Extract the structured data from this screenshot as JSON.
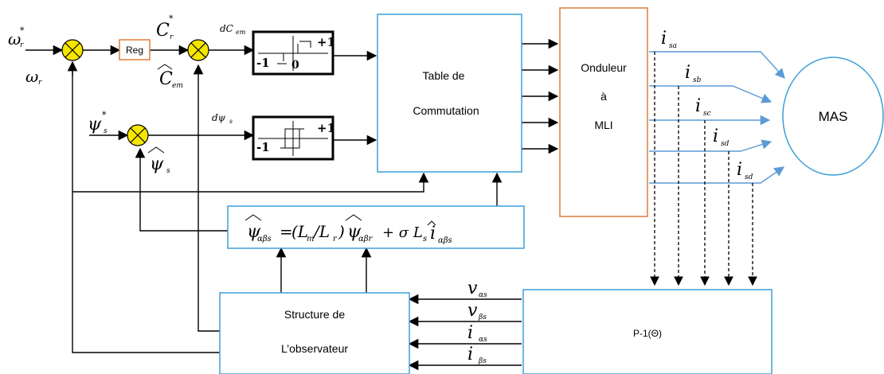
{
  "signals": {
    "omega_ref": "ω",
    "omega_ref_sup": "*",
    "omega_ref_sub": "r",
    "omega_meas": "ω",
    "omega_meas_sub": "r",
    "torque_ref": "C",
    "torque_ref_sup": "*",
    "torque_ref_sub": "r",
    "torque_est": "C",
    "torque_est_sub": "em",
    "torque_err": "dC",
    "torque_err_sub": "em",
    "flux_ref": "ψ",
    "flux_ref_sup": "*",
    "flux_ref_sub": "s",
    "flux_est": "ψ",
    "flux_est_sub": "s",
    "flux_err": "dψ",
    "flux_err_sub": "s"
  },
  "blocks": {
    "regulator": "Reg",
    "hyst_torque_pos": "+1",
    "hyst_torque_neg": "-1",
    "hyst_torque_zero": "0",
    "hyst_flux_pos": "+1",
    "hyst_flux_neg": "-1",
    "table_line1": "Table de",
    "table_line2": "Commutation",
    "inverter_line1": "Onduleur",
    "inverter_line2": "à",
    "inverter_line3": "MLI",
    "motor": "MAS",
    "transform": "P-1(Θ)",
    "observer_line1": "Structure de",
    "observer_line2": "L’observateur"
  },
  "currents": [
    {
      "base": "i",
      "sub": "sa"
    },
    {
      "base": "i",
      "sub": "sb"
    },
    {
      "base": "i",
      "sub": "sc"
    },
    {
      "base": "i",
      "sub": "sd"
    },
    {
      "base": "i",
      "sub": "sd"
    }
  ],
  "observer_inputs": [
    {
      "base": "v",
      "sub": "αs"
    },
    {
      "base": "v",
      "sub": "βs"
    },
    {
      "base": "i",
      "sub": "αs"
    },
    {
      "base": "i",
      "sub": "βs"
    }
  ],
  "equation": {
    "lhs": "ψ",
    "lhs_sub": "αβs",
    "eq": "=",
    "ratio": "(L",
    "ratio_m": "m",
    "ratio_slash": "/L",
    "ratio_r": "r",
    "ratio_close": ")",
    "psi2": "ψ",
    "psi2_sub": "αβr",
    "plus": "+ σ L",
    "ls_sub": "s",
    "i": "i",
    "i_sub": "αβs"
  },
  "colors": {
    "sum_fill": "#f5e600",
    "block_blue": "#3aa0d8",
    "reg_orange": "#e07b39",
    "arrow_blue": "#5b9bd5"
  }
}
